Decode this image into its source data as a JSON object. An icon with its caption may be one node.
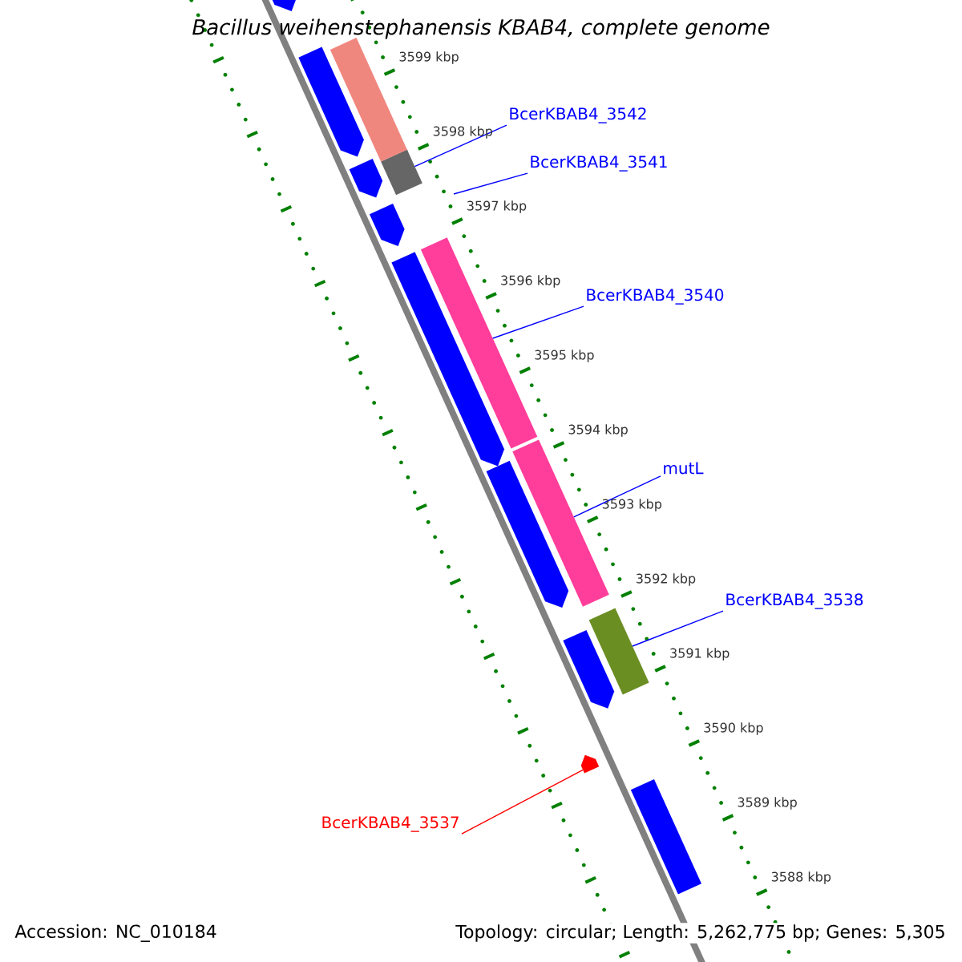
{
  "diagram": {
    "title": "Bacillus weihenstephanensis KBAB4, complete genome",
    "nodes": [
      {
        "text": [
          "BcerKBAB4_3542"
        ]
      },
      {
        "text": [],
        "shape": "bar"
      },
      {
        "text": [
          "BcerKBAB4_3541"
        ]
      },
      {
        "text": [
          "BcerKBAB4_3540"
        ]
      },
      {
        "text": [],
        "shape": "bar"
      },
      {
        "text": [
          "mutL"
        ]
      },
      {
        "text": [],
        "shape": "bar"
      },
      {
        "text": [
          "BcerKBAB4_3538"
        ]
      },
      {
        "text": [],
        "shape": "bar"
      },
      {
        "text": [
          "BcerKBAB4_3537"
        ]
      },
      {
        "text": [],
        "shape": "bar"
      },
      {
        "text": [],
        "shape": "bar"
      },
      {
        "text": [],
        "shape": "bar"
      },
      {
        "text": [],
        "shape": "bar"
      },
      {
        "text": [],
        "shape": "bar"
      },
      {
        "text": [],
        "shape": "bar"
      },
      {
        "text": [],
        "shape": "bar"
      },
      {
        "text": [],
        "shape": "bar"
      },
      {
        "text": [],
        "shape": "bar"
      },
      {
        "text": [],
        "shape": "bar"
      }
    ],
    "edges": [
      {
        "from": 0,
        "to": 1,
        "arrow": "none"
      },
      {
        "from": 2,
        "to": null,
        "arrow": "none"
      },
      {
        "from": 3,
        "to": 4,
        "arrow": "none"
      },
      {
        "from": 5,
        "to": 6,
        "arrow": "none"
      },
      {
        "from": 7,
        "to": 8,
        "arrow": "none"
      },
      {
        "from": 9,
        "to": 10,
        "arrow": "none",
        "color": "#ff0000"
      }
    ],
    "labels": [
      "3599 kbp",
      "3598 kbp",
      "3597 kbp",
      "3596 kbp",
      "3595 kbp",
      "3594 kbp",
      "3593 kbp",
      "3592 kbp",
      "3591 kbp",
      "3590 kbp",
      "3589 kbp",
      "3588 kbp",
      "Accession: NC_010184",
      "Topology: circular; Length: 5,262,775 bp; Genes: 5,305"
    ]
  }
}
